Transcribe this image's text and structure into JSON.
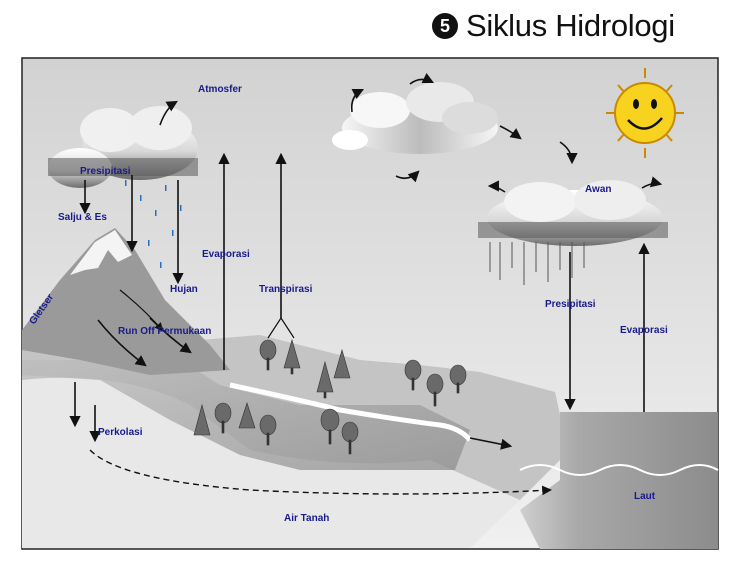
{
  "title": {
    "number": "5",
    "text": "Siklus Hidrologi"
  },
  "labels": {
    "atmosfer": "Atmosfer",
    "presipitasi_left": "Presipitasi",
    "salju": "Salju & Es",
    "evaporasi_left": "Evaporasi",
    "hujan": "Hujan",
    "transpirasi": "Transpirasi",
    "gletser": "Gletser",
    "runoff": "Run Off Permukaan",
    "perkolasi": "Perkolasi",
    "air_tanah": "Air Tanah",
    "awan": "Awan",
    "presipitasi_right": "Presipitasi",
    "evaporasi_right": "Evaporasi",
    "laut": "Laut"
  },
  "colors": {
    "label": "#1a1a8c",
    "sun": "#f7d21e",
    "sun_outline": "#c98a00",
    "ground": "#cfcfcf",
    "sea": "#8a8a8a"
  }
}
